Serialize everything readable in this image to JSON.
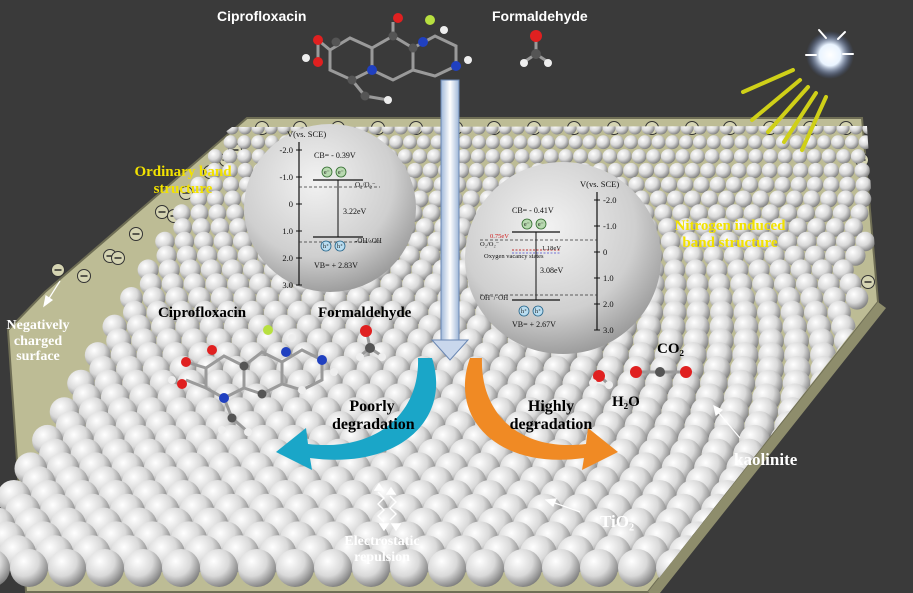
{
  "top": {
    "molecule_left": "Ciprofloxacin",
    "molecule_right": "Formaldehyde"
  },
  "left_band": {
    "title": "Ordinary band structure",
    "axis_title": "V(vs. SCE)",
    "ticks": [
      "-2.0",
      "-1.0",
      "0",
      "1.0",
      "2.0",
      "3.0"
    ],
    "cb_label": "CB= - 0.39V",
    "vb_label": "VB= + 2.83V",
    "gap_label": "3.22eV",
    "o2_label": "O₂/O₂⁻",
    "oh_label": "-OH/·OH",
    "electron": "e⁻",
    "hole": "h⁺"
  },
  "right_band": {
    "title": "Nitrogen induced band structure",
    "axis_title": "V(vs. SCE)",
    "ticks": [
      "-2.0",
      "-1.0",
      "0",
      "1.0",
      "2.0",
      "3.0"
    ],
    "cb_label": "CB= - 0.41V",
    "vb_label": "VB= + 2.67V",
    "gap_label": "3.08eV",
    "vacancy_label": "Oxygen vacancy states",
    "vacancy_energy": "0.75eV",
    "vacancy_gap": "1.18eV",
    "o2_label": "O₂/O₂⁻",
    "oh_label": "OH⁻/·OH",
    "electron": "e⁻",
    "hole": "h⁺"
  },
  "surface": {
    "molecule_left": "Ciprofloxacin",
    "molecule_right": "Formaldehyde",
    "negative_surface": "Negatively charged surface",
    "poor": "Poorly degradation",
    "high": "Highly degradation",
    "co2": "CO₂",
    "h2o": "H₂O",
    "kaolinite": "kaolinite",
    "tio2": "TiO₂",
    "repulsion": "Electrostatic repulsion"
  },
  "colors": {
    "background": "#3a3a3a",
    "plate": "#bdbc95",
    "sphere": "#d8d8d8",
    "highlight": "#f2e200",
    "poor_arrow": "#1aa6c8",
    "high_arrow": "#f08a24",
    "sun_rays": "#cfd018"
  }
}
